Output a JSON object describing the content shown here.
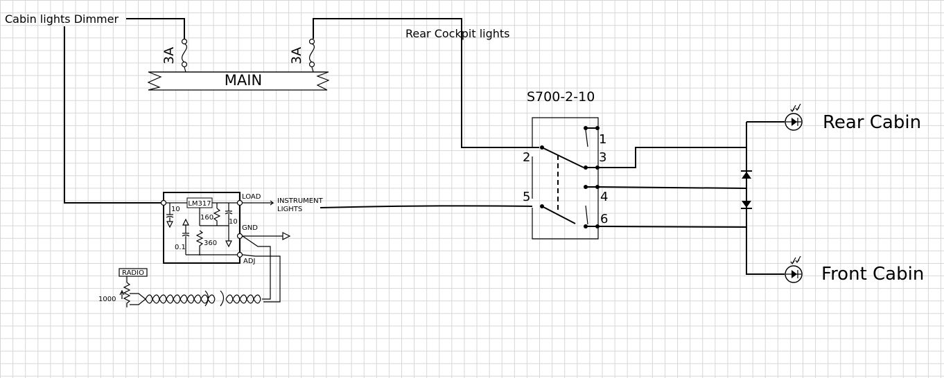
{
  "labels": {
    "cabin_dimmer": "Cabin lights Dimmer",
    "rear_cockpit": "Rear Cockpit lights",
    "main_bus": "MAIN",
    "fuse_left": "3A",
    "fuse_right": "3A",
    "switch_part": "S700-2-10",
    "rear_cabin": "Rear Cabin",
    "front_cabin": "Front Cabin",
    "instrument_lights_1": "INSTRUMENT",
    "instrument_lights_2": "LIGHTS",
    "radio": "RADIO"
  },
  "switch_pins": [
    "1",
    "2",
    "3",
    "4",
    "5",
    "6"
  ],
  "regulator": {
    "ic": "LM317",
    "load": "LOAD",
    "gnd": "GND",
    "adj": "ADJ",
    "r1": "160",
    "r2": "360",
    "c_in": "10",
    "c_out": "10",
    "c_adj": "0.1",
    "pot": "1000"
  }
}
